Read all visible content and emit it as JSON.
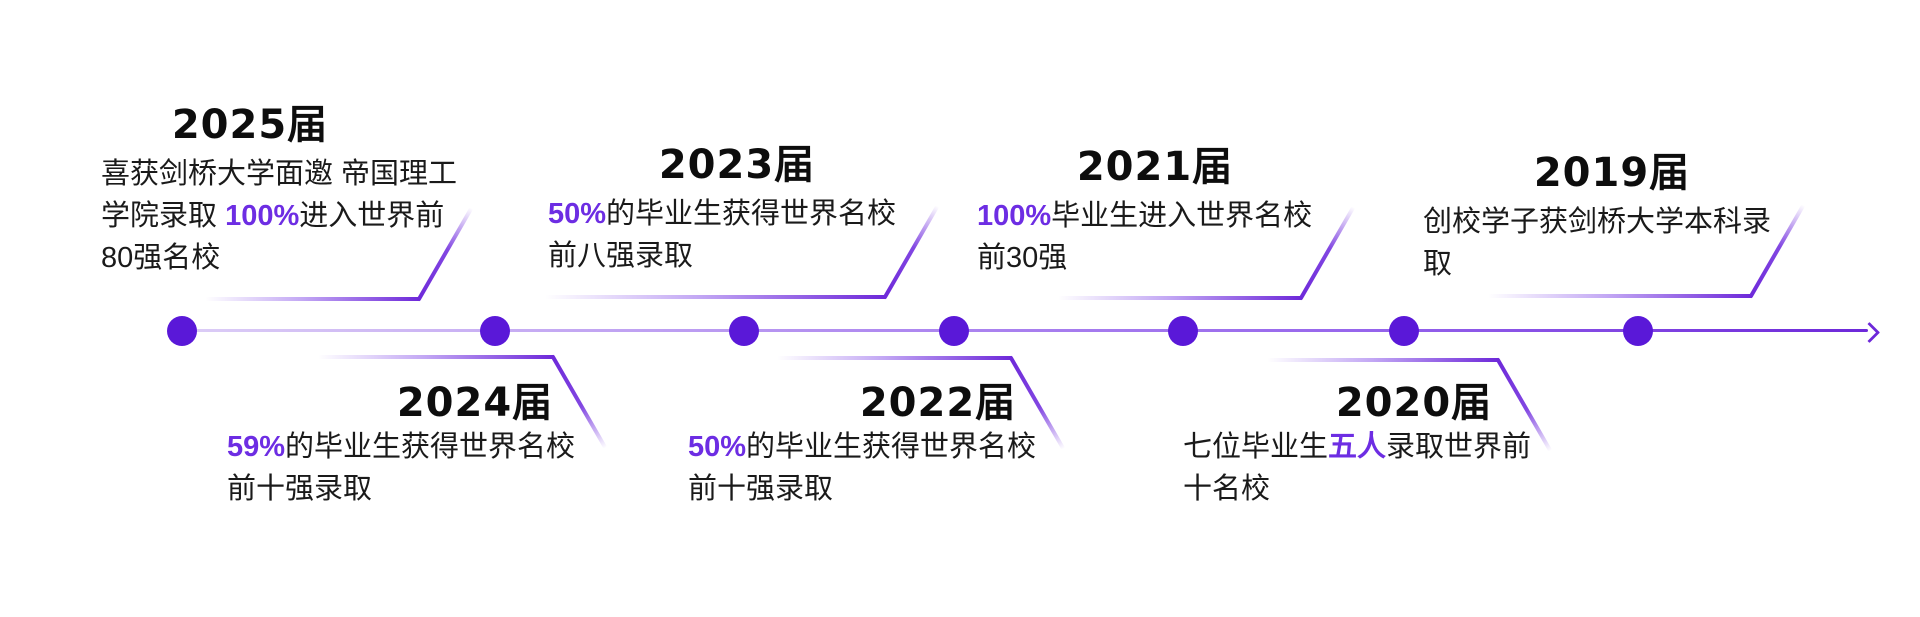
{
  "timeline": {
    "orientation": "horizontal",
    "arrow_direction": "right",
    "colors": {
      "dot": "#5a18d8",
      "flag": "#6d28d9",
      "accent_text": "#6d2de3",
      "axis_start": "#dccdf6",
      "axis_end": "#6d28d9",
      "body_text": "#1a1a1a",
      "title_text": "#0d0d0d"
    }
  },
  "milestones": [
    {
      "year": "2025届",
      "side": "above",
      "pre": "喜获剑桥大学面邀 帝国理工学院录取 ",
      "accent": "100%",
      "post": "进入世界前80强名校"
    },
    {
      "year": "2024届",
      "side": "below",
      "pre": "",
      "accent": "59%",
      "post": "的毕业生获得世界名校前十强录取"
    },
    {
      "year": "2023届",
      "side": "above",
      "pre": "",
      "accent": "50%",
      "post": "的毕业生获得世界名校前八强录取"
    },
    {
      "year": "2022届",
      "side": "below",
      "pre": "",
      "accent": "50%",
      "post": "的毕业生获得世界名校前十强录取"
    },
    {
      "year": "2021届",
      "side": "above",
      "pre": "",
      "accent": "100%",
      "post": "毕业生进入世界名校前30强"
    },
    {
      "year": "2020届",
      "side": "below",
      "pre": "七位毕业生",
      "accent": "五人",
      "post": "录取世界前十名校"
    },
    {
      "year": "2019届",
      "side": "above",
      "pre": "创校学子获剑桥大学本科录取",
      "accent": "",
      "post": ""
    }
  ]
}
